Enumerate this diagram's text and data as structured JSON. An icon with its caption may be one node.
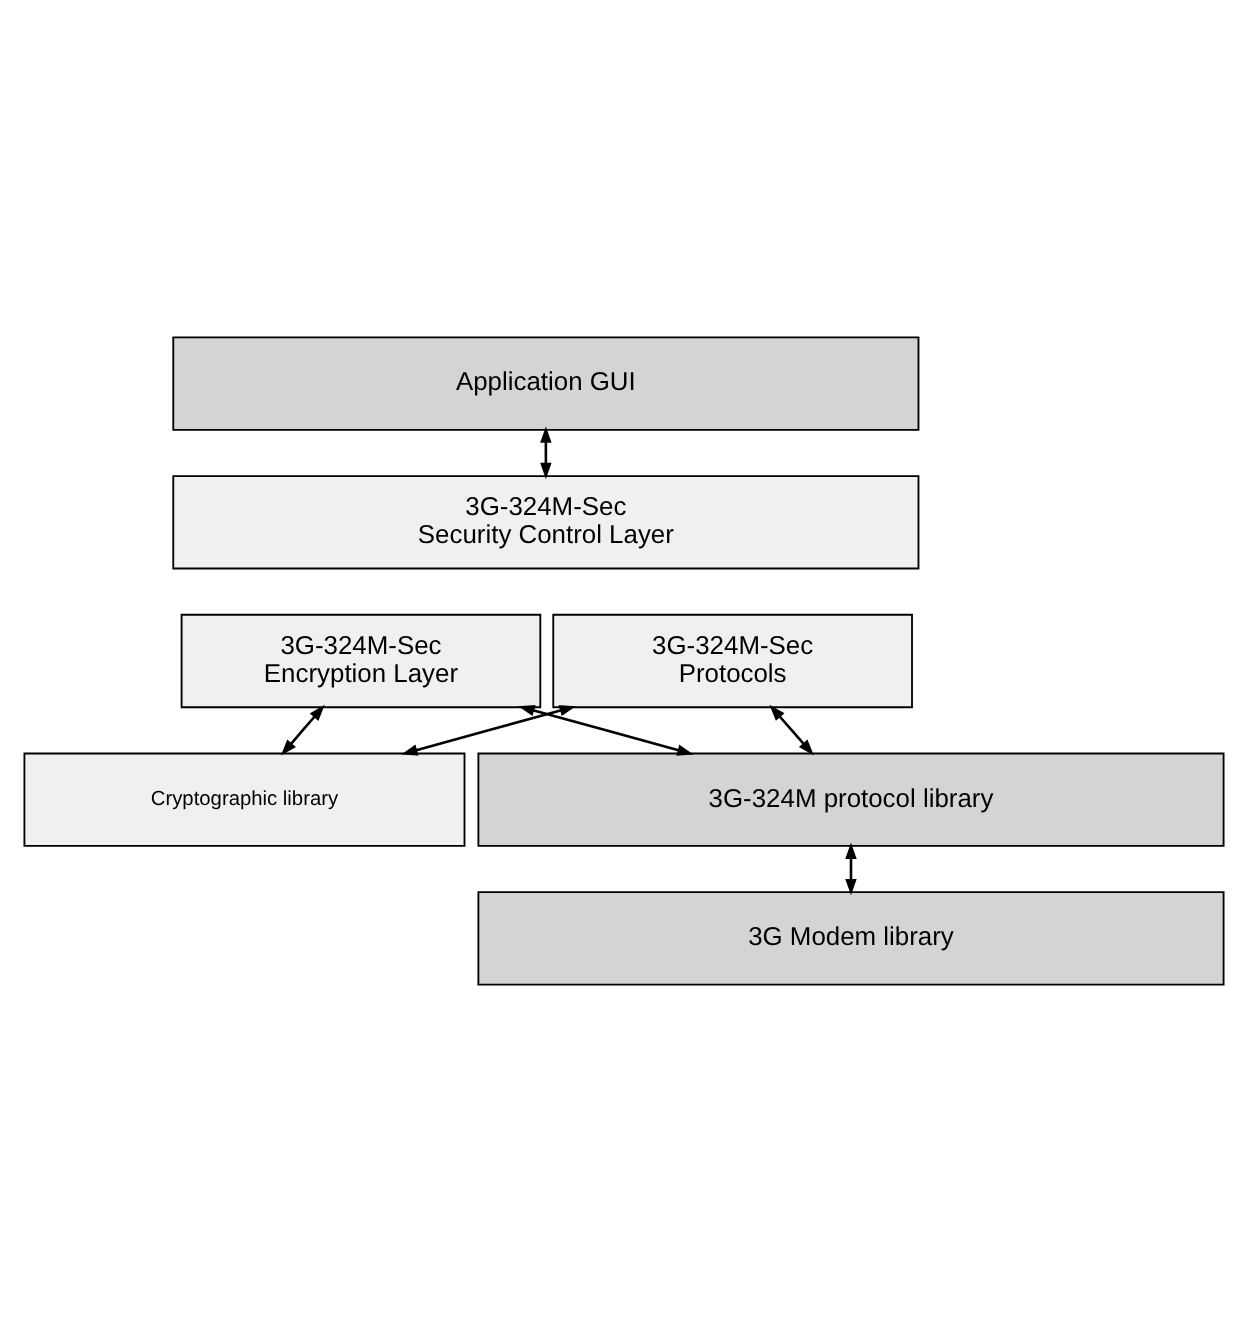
{
  "diagram": {
    "nodes": [
      {
        "text": [
          "Application GUI"
        ]
      },
      {
        "text": [
          "3G-324M-Sec Security Control Layer"
        ]
      },
      {
        "text": [
          "3G-324M-Sec Encryption Layer"
        ]
      },
      {
        "text": [
          "3G-324M-Sec Protocols"
        ]
      },
      {
        "text": [
          "Cryptographic library"
        ]
      },
      {
        "text": [
          "3G-324M protocol library"
        ]
      },
      {
        "text": [
          "3G Modem library"
        ]
      }
    ],
    "edges": [
      {
        "from": 0,
        "to": 1,
        "arrow": "both"
      },
      {
        "from": 2,
        "to": 4,
        "arrow": "both"
      },
      {
        "from": 3,
        "to": 4,
        "arrow": "both"
      },
      {
        "from": 2,
        "to": 5,
        "arrow": "both"
      },
      {
        "from": 3,
        "to": 5,
        "arrow": "both"
      },
      {
        "from": 5,
        "to": 6,
        "arrow": "both"
      }
    ]
  }
}
